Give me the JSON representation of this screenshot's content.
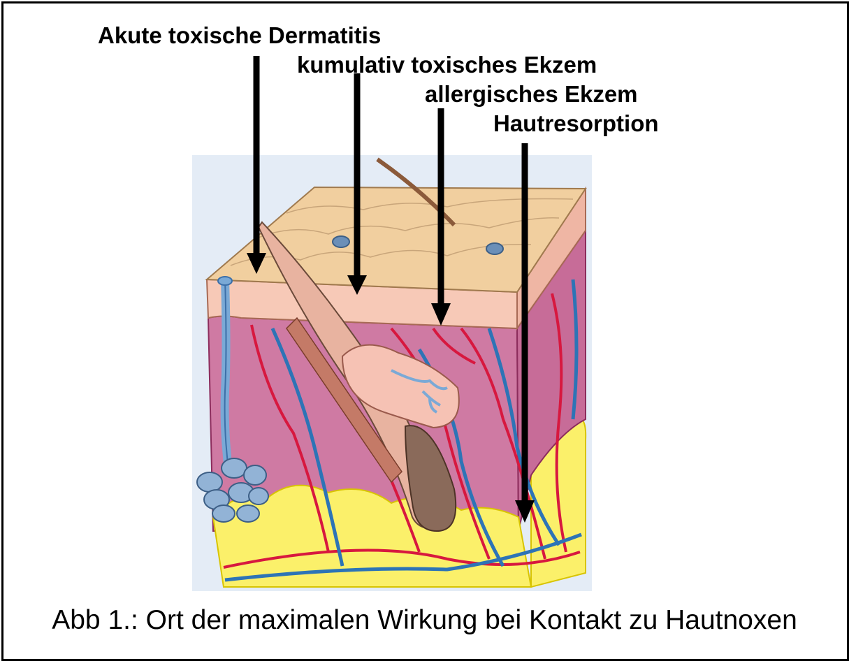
{
  "labels": {
    "acute": "Akute toxische Dermatitis",
    "cumulative": "kumulativ toxisches Ekzem",
    "allergic": "allergisches Ekzem",
    "resorption": "Hautresorption"
  },
  "caption": "Abb 1.: Ort der maximalen Wirkung bei Kontakt zu Hautnoxen",
  "colors": {
    "background_panel": "#e4ecf6",
    "epidermis_surface": "#f1cf9f",
    "epidermis_layer": "#f7c9b7",
    "dermis": "#cf7aa3",
    "fat": "#fbf06a",
    "artery": "#d7183f",
    "vein": "#2d74b6",
    "arrow": "#000000"
  },
  "illustration": {
    "subject": "skin-cross-section",
    "parts": [
      "epidermis",
      "dermis",
      "subcutaneous-fat",
      "hair-follicle",
      "sebaceous-gland",
      "sweat-gland",
      "blood-vessels"
    ]
  }
}
